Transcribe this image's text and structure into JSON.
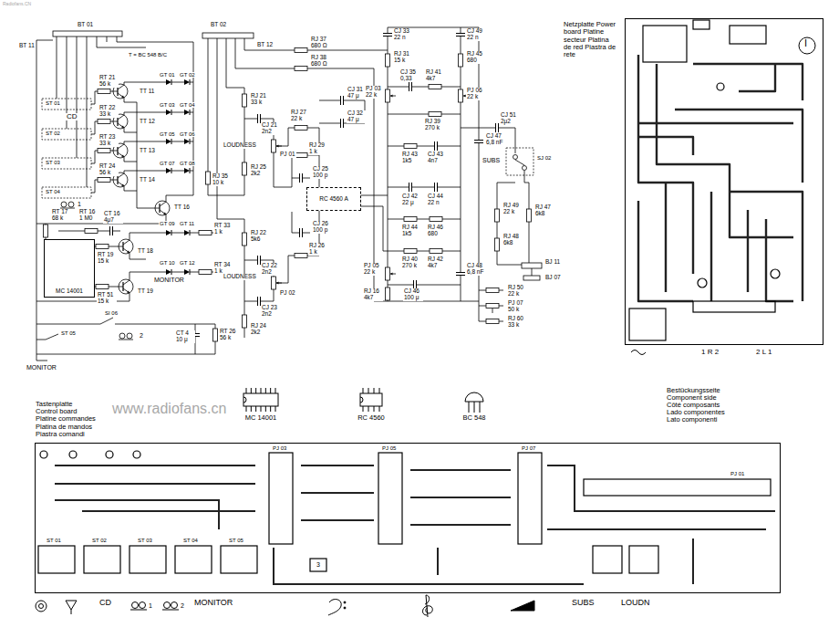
{
  "diagram": {
    "nodes": [
      {
        "text": [
          "MC 14001"
        ]
      },
      {
        "text": [
          "RC 4560 A"
        ]
      },
      {
        "text": [
          "Netzplatte Power board Platine secteur Platina de red Piastra de rete"
        ]
      },
      {
        "text": [
          "MC 14001"
        ]
      },
      {
        "text": [
          "RC 4560"
        ]
      },
      {
        "text": [
          "BC 548"
        ]
      },
      {
        "text": [
          "Tastenplatte Control board Platine commandes Platina de mandos Piastra comandi"
        ]
      }
    ],
    "labels": [
      "Radiofans.CN",
      "BT 01",
      "BT 11",
      "T = BC 548 B/C",
      "BT 02",
      "BT 12",
      "ST 01",
      "CD",
      "ST 02",
      "ST 03",
      "ST 04",
      "1",
      "RT 21 56 k",
      "RT 22 33 k",
      "RT 23 33 k",
      "RT 24 56 k",
      "TT 11",
      "TT 12",
      "TT 13",
      "TT 14",
      "GT 01",
      "GT 02",
      "GT 03",
      "GT 04",
      "GT 05",
      "GT 06",
      "GT 07",
      "GT 08",
      "TT 16",
      "RT 16 1 M0",
      "RT 17 68 k",
      "CT 16 4μ7",
      "TT 18",
      "RT 19 15 k",
      "TT 19",
      "RT 51 15 k",
      "GT 09",
      "GT 11",
      "GT 10",
      "GT 12",
      "RT 33 1 k",
      "RT 34 1 k",
      "MONITOR",
      "2",
      "SI 06",
      "ST 05",
      "MONITOR",
      "CT 4 10 μ",
      "RT 26 56 k",
      "RJ 21 33 k",
      "CJ 21 2n2",
      "LOUDNESS",
      "RJ 25 2k2",
      "PJ 01",
      "RJ 27 22 k",
      "RJ 29 1 k",
      "CJ 25 100 p",
      "RJ 35 10 k",
      "RJ 22 5k6",
      "CJ 22 2n2",
      "LOUDNESS",
      "PJ 02",
      "CJ 23 2n2",
      "RJ 24 2k2",
      "CJ 26 100 p",
      "RJ 26 1 k",
      "RJ 37 680 Ω",
      "RJ 38 680 Ω",
      "CJ 31 47 μ",
      "CJ 32 47 μ",
      "CJ 33 22 n",
      "RJ 31 15 k",
      "PJ 03 22 k",
      "CJ 35 0,33",
      "RJ 41 4k7",
      "RJ 39 270 k",
      "CJ 49 22 n",
      "RJ 45 680",
      "PJ 06 22 k",
      "RJ 43 1k5",
      "CJ 43 4n7",
      "CJ 47 6,8 nF",
      "CJ 51 2μ2",
      "SUBS",
      "SJ 02",
      "RJ 47 6k8",
      "RJ 49 22 k",
      "RJ 48 6k8",
      "CJ 42 22 μ",
      "CJ 44 22 n",
      "RJ 44 1k5",
      "RJ 46 680",
      "RJ 40 270 k",
      "RJ 42 4k7",
      "PJ 05 22 k",
      "CJ 48 6,8 nF",
      "RJ 16 4k7",
      "CJ 46 100 μ",
      "RJ 50 22 k",
      "PJ 07 50 k",
      "RJ 60 33 k",
      "BJ 11",
      "BJ 07",
      "I",
      "1 R 2",
      "2 L 1",
      "www.radiofans.cn",
      "Bestückungsseite Component side Côté composants Lado componentes Lato componenti",
      "ST 01",
      "ST 02",
      "ST 03",
      "ST 04",
      "ST 05",
      "PJ 03",
      "PJ 05",
      "PJ 07",
      "PJ 01",
      "3",
      "CD",
      "1",
      "2",
      "MONITOR",
      "SUBS",
      "LOUDN"
    ]
  }
}
